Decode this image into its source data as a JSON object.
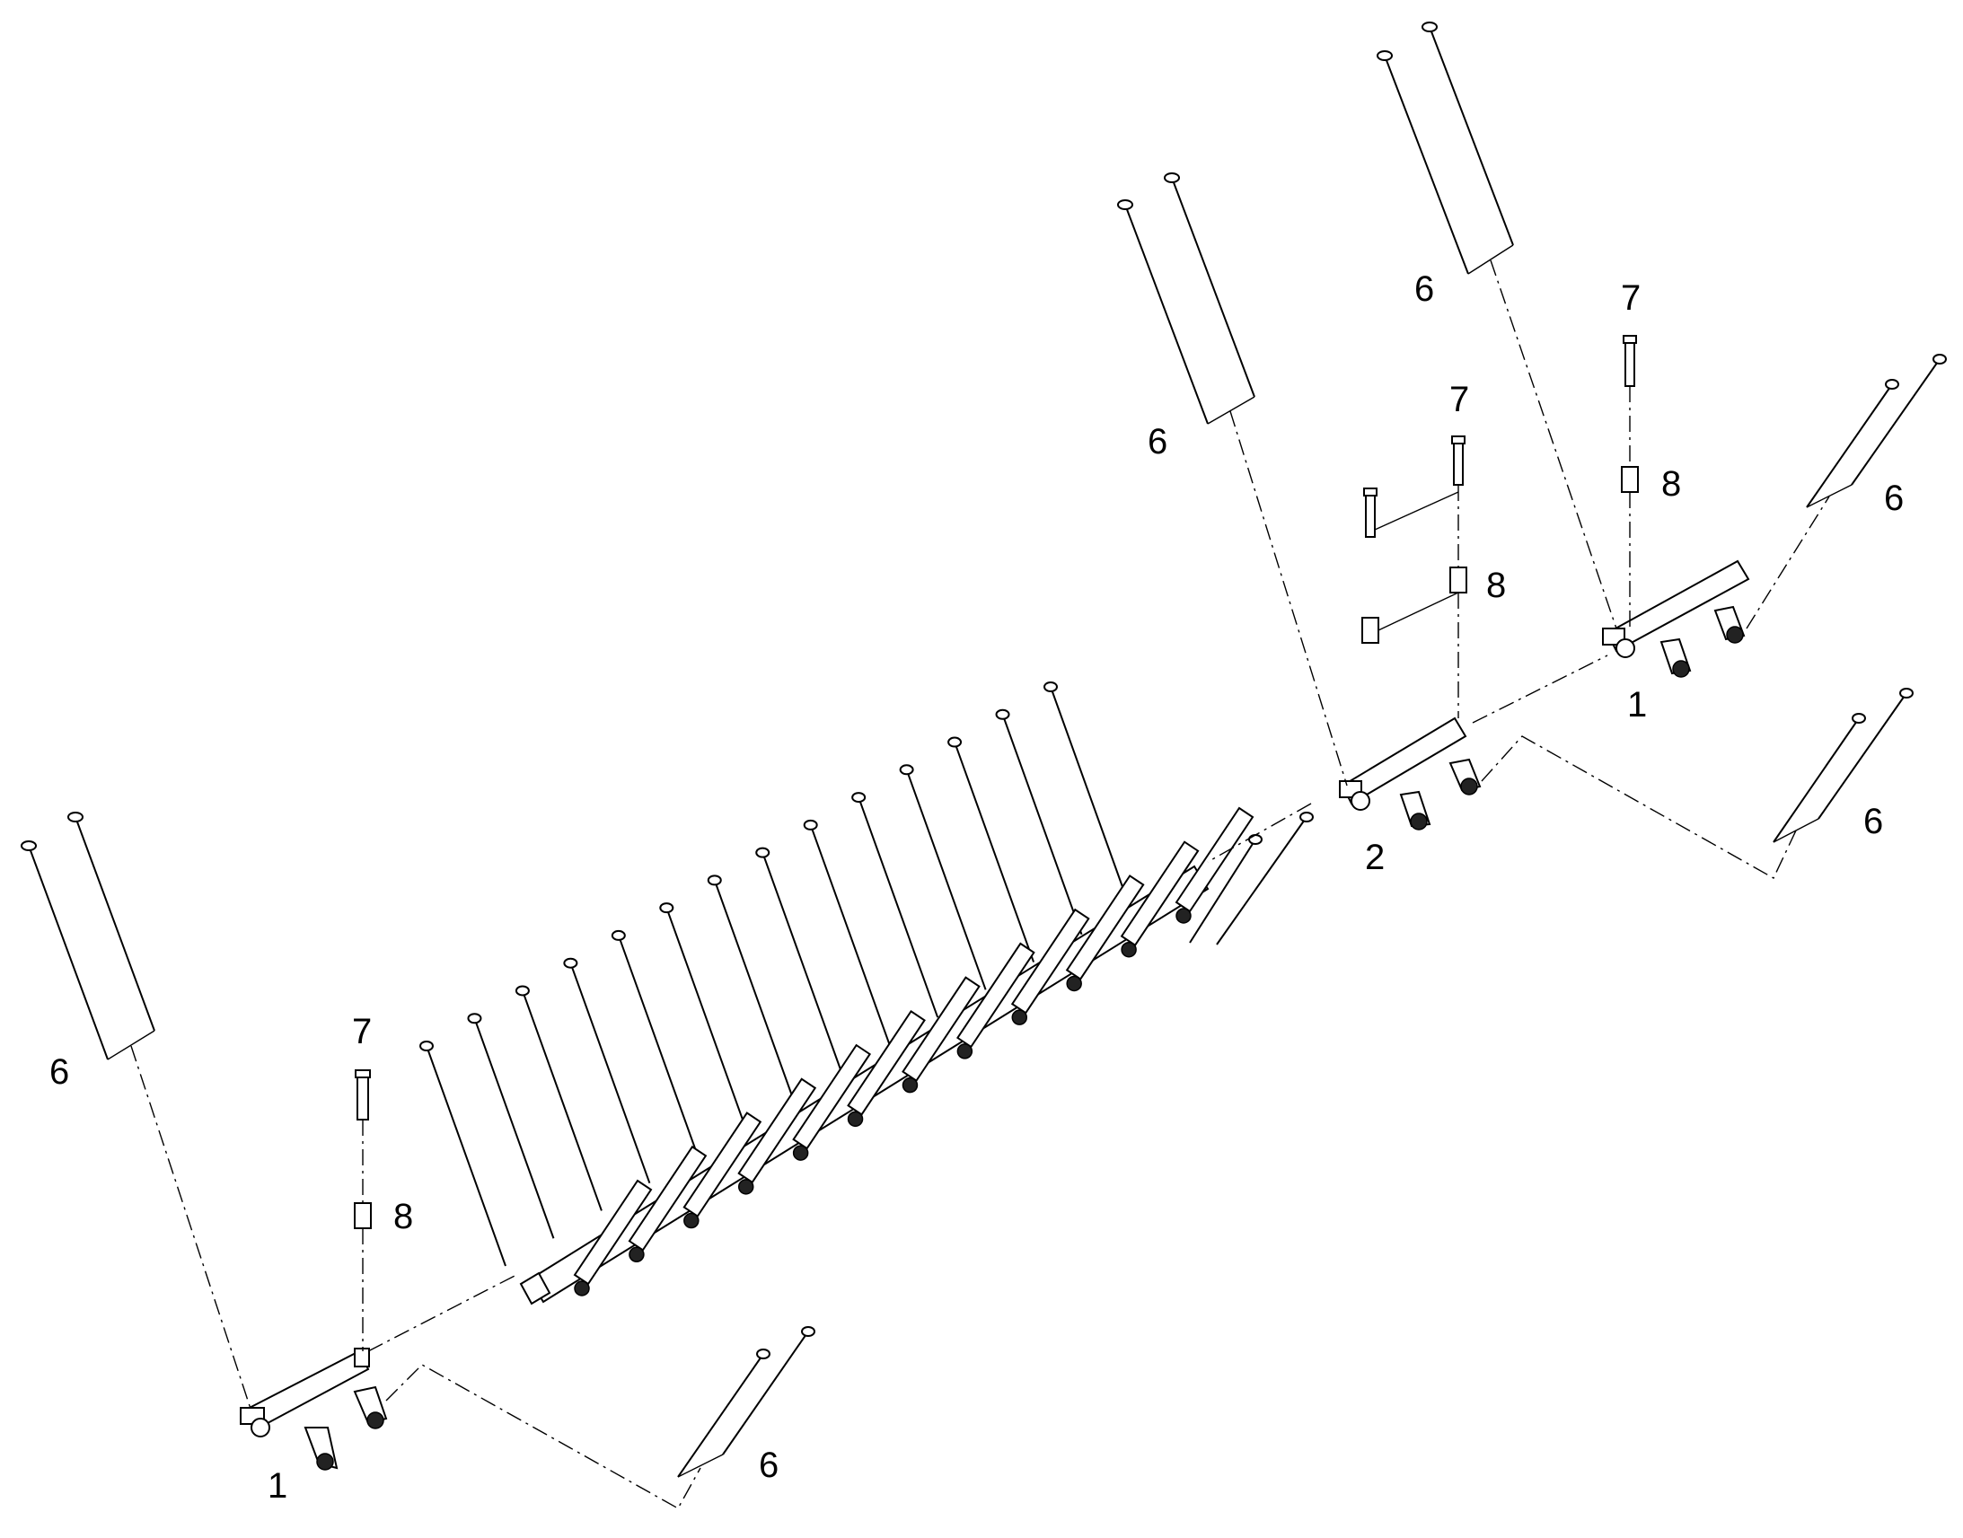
{
  "callouts": {
    "left_rocker": "1",
    "right_rocker": "1",
    "middle_rocker": "2",
    "pushrods": "6",
    "bolt": "7",
    "spacer": "8"
  }
}
